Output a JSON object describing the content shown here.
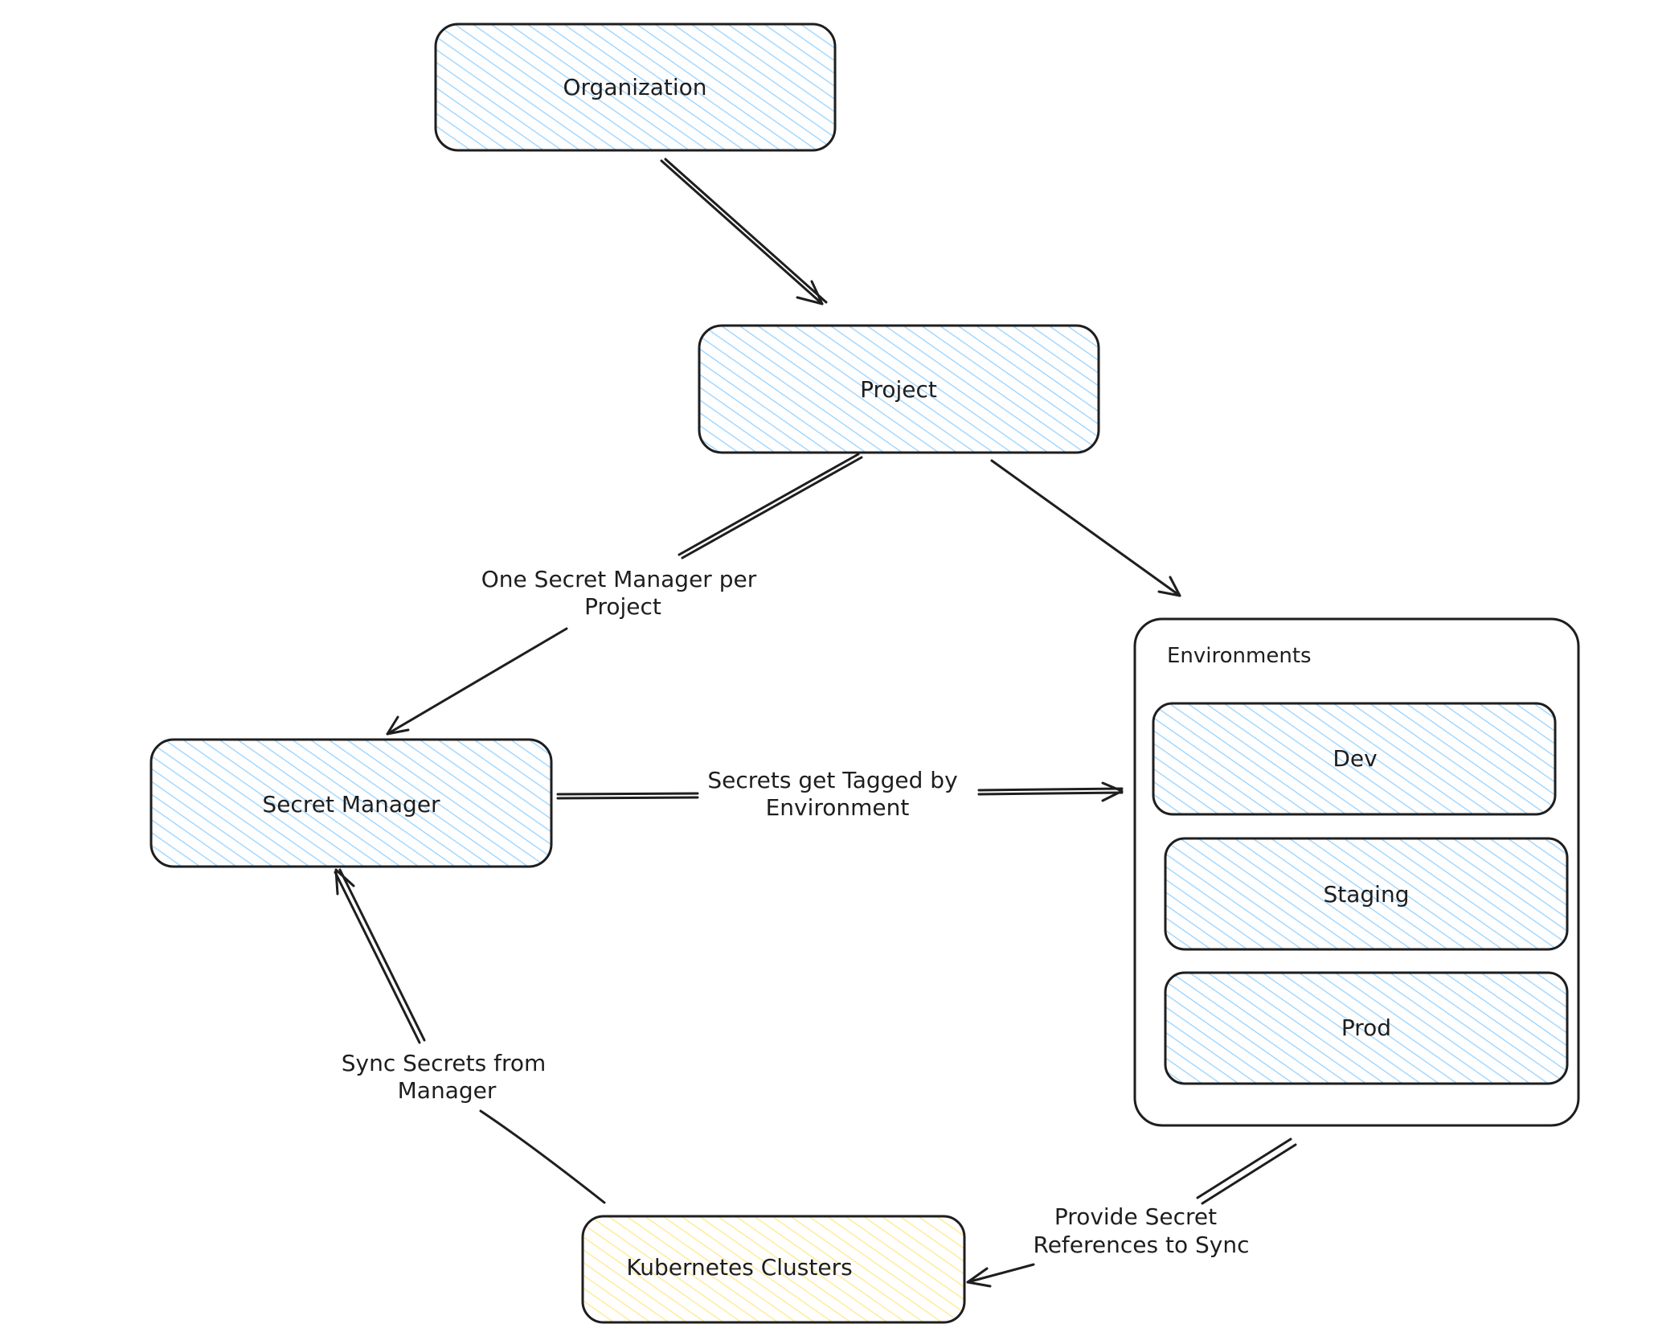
{
  "colors": {
    "stroke": "#1e1e1e",
    "blue_fill": "#a5d8ff",
    "yellow_fill": "#ffec99",
    "background": "#ffffff"
  },
  "nodes": {
    "organization": "Organization",
    "project": "Project",
    "secret_manager": "Secret Manager",
    "kubernetes": "Kubernetes Clusters",
    "environments": {
      "title": "Environments",
      "items": [
        "Dev",
        "Staging",
        "Prod"
      ]
    }
  },
  "edges": {
    "project_to_manager": {
      "line1": "One Secret Manager per",
      "line2": "Project"
    },
    "manager_to_envs": {
      "line1": "Secrets get Tagged by",
      "line2": "Environment"
    },
    "k8s_to_manager": {
      "line1": "Sync Secrets from",
      "line2": "Manager"
    },
    "envs_to_k8s": {
      "line1": "Provide Secret",
      "line2": "References to Sync"
    }
  }
}
